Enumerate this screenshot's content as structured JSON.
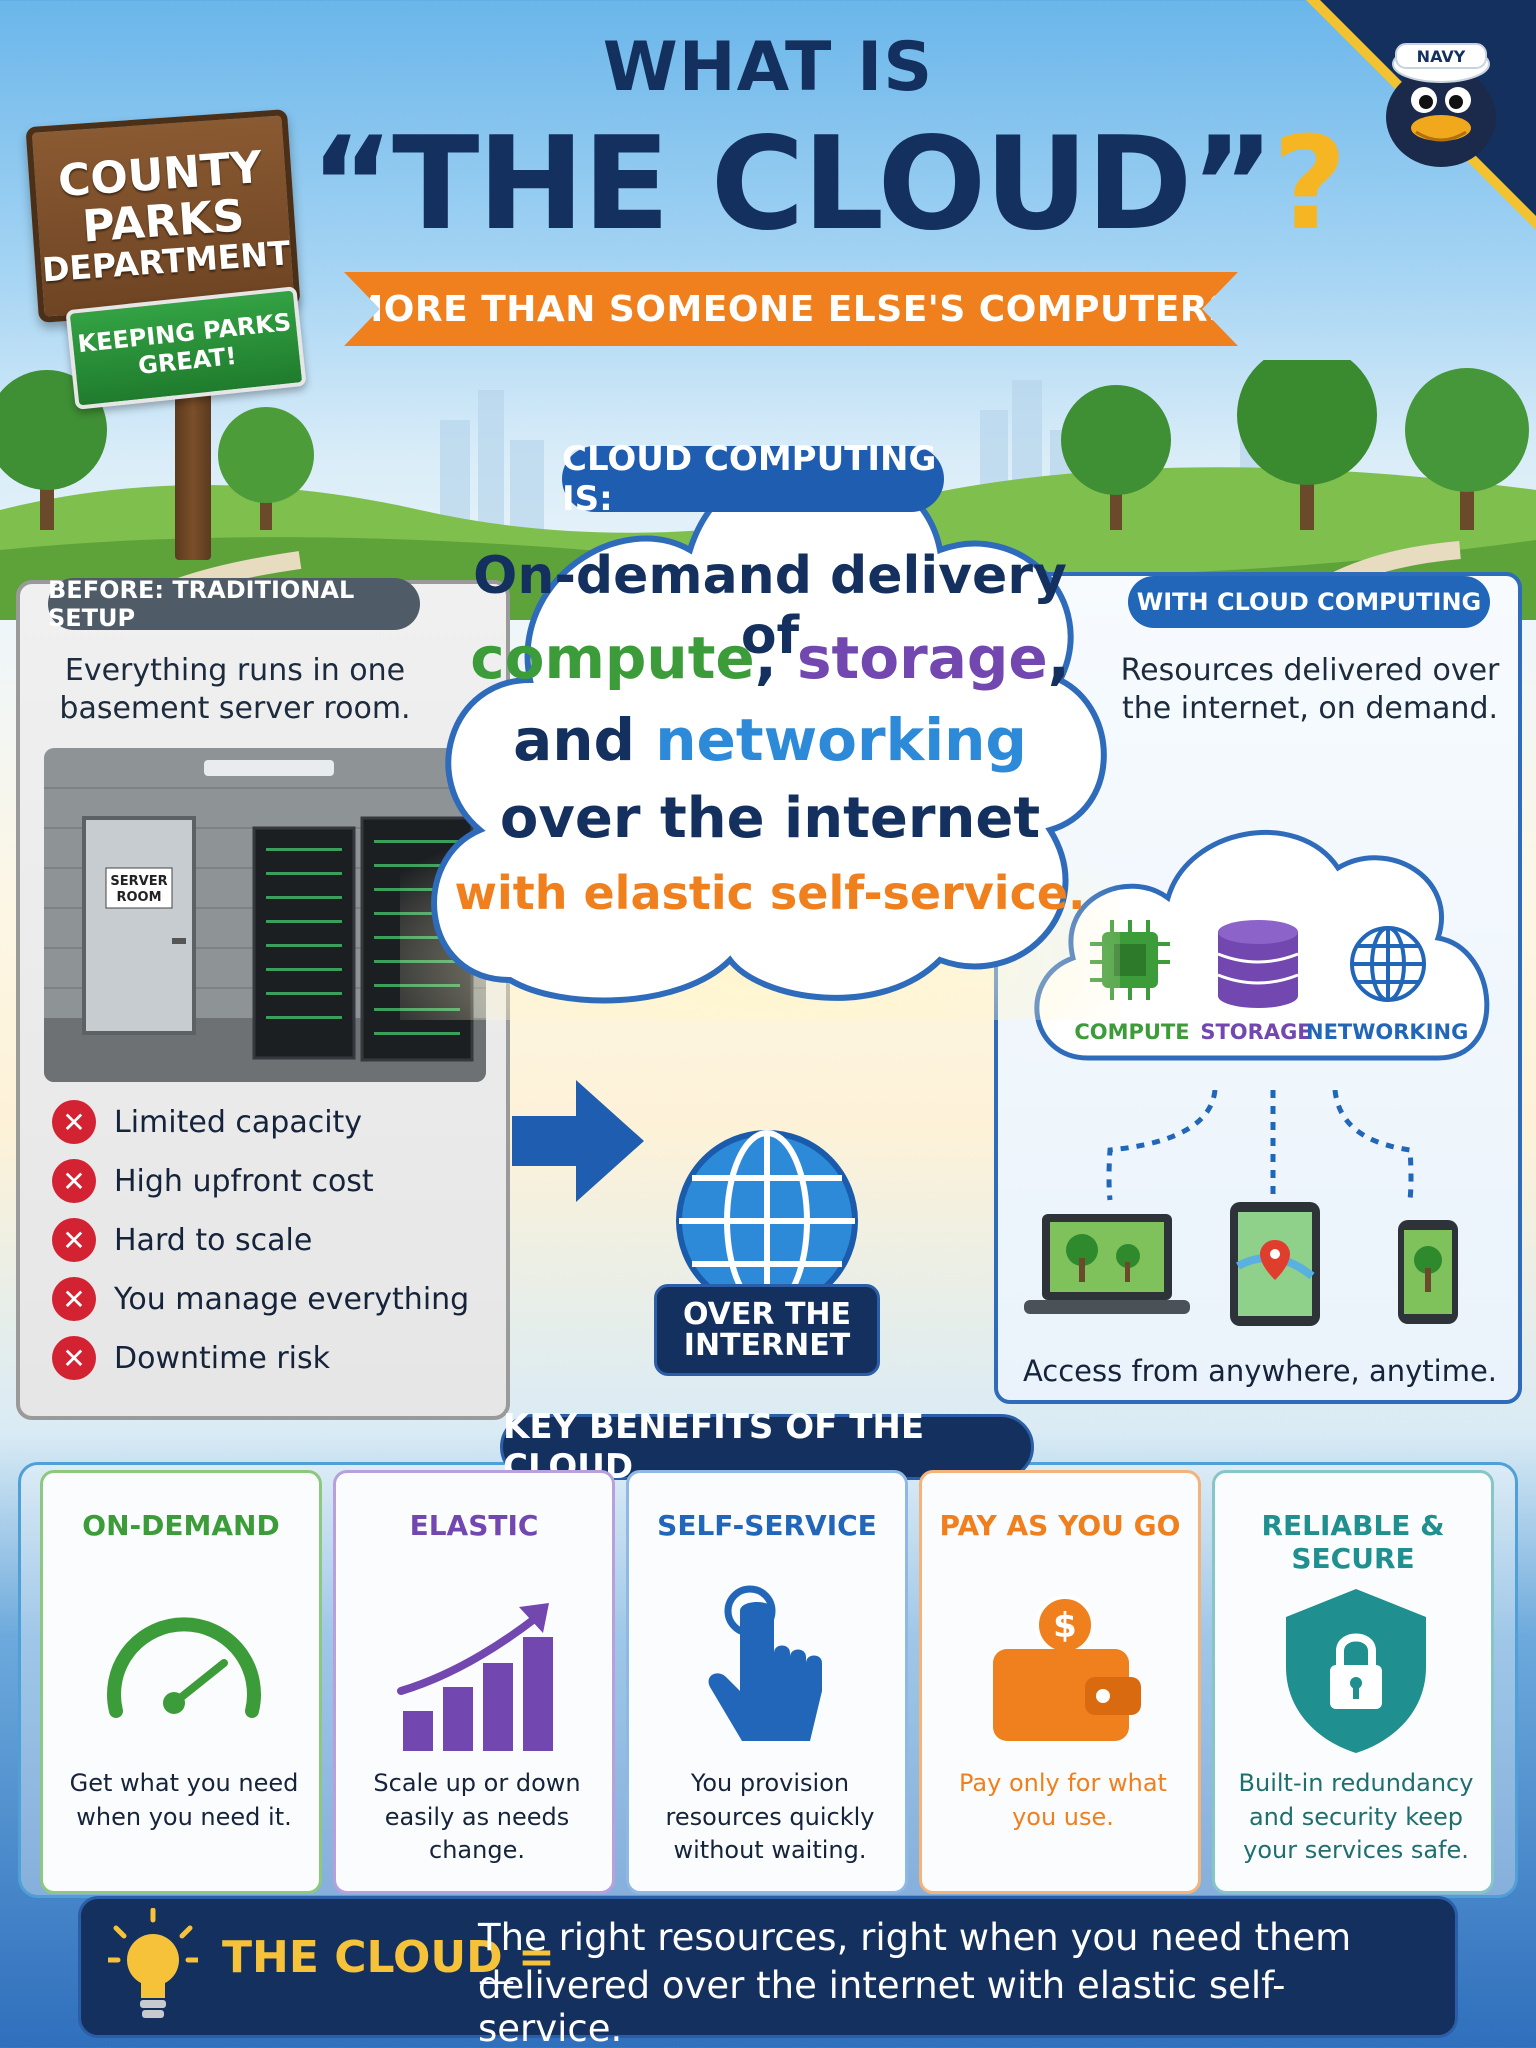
{
  "mascot": {
    "cap_text": "NAVY",
    "icon": "duck-mascot-icon"
  },
  "sign": {
    "line1": "COUNTY",
    "line2": "PARKS",
    "line3": "DEPARTMENT",
    "slogan_l1": "KEEPING PARKS",
    "slogan_l2": "GREAT!"
  },
  "title": {
    "line1": "WHAT IS",
    "line2": "“THE CLOUD”",
    "question_mark": "?",
    "subtitle": "MORE THAN SOMEONE ELSE'S COMPUTERS"
  },
  "before": {
    "tag": "BEFORE: TRADITIONAL SETUP",
    "description_l1": "Everything runs in one",
    "description_l2": "basement server room.",
    "door_sign_l1": "SERVER",
    "door_sign_l2": "ROOM",
    "issues": [
      "Limited capacity",
      "High upfront cost",
      "Hard to scale",
      "You manage everything",
      "Downtime risk"
    ],
    "issue_icon": "x-circle-icon"
  },
  "definition": {
    "tag": "CLOUD COMPUTING IS:",
    "line1": "On-demand delivery of",
    "compute": "compute",
    "comma1": ", ",
    "storage": "storage",
    "comma2": ",",
    "and": "and ",
    "networking": "networking",
    "line4": "over the internet",
    "line5": "with elastic self-service."
  },
  "transition": {
    "label_l1": "OVER THE",
    "label_l2": "INTERNET"
  },
  "with_cloud": {
    "tag": "WITH CLOUD COMPUTING",
    "description_l1": "Resources delivered over",
    "description_l2": "the internet, on demand.",
    "services": {
      "compute": "COMPUTE",
      "storage": "STORAGE",
      "networking": "NETWORKING"
    },
    "access": "Access from anywhere, anytime."
  },
  "benefits": {
    "tag": "KEY BENEFITS OF THE CLOUD",
    "cards": [
      {
        "title": "ON-DEMAND",
        "desc_l1": "Get what you need",
        "desc_l2": "when you need it.",
        "desc_l3": "",
        "icon": "speedometer-icon",
        "color": "#3d9c3a"
      },
      {
        "title": "ELASTIC",
        "desc_l1": "Scale up or down",
        "desc_l2": "easily as needs",
        "desc_l3": "change.",
        "icon": "growth-chart-icon",
        "color": "#7247b0"
      },
      {
        "title": "SELF-SERVICE",
        "desc_l1": "You provision",
        "desc_l2": "resources quickly",
        "desc_l3": "without waiting.",
        "icon": "pointer-hand-icon",
        "color": "#2166b8"
      },
      {
        "title": "PAY AS YOU GO",
        "desc_l1": "Pay only for what",
        "desc_l2": "you use.",
        "desc_l3": "",
        "icon": "wallet-icon",
        "color": "#f0801e"
      },
      {
        "title": "RELIABLE & SECURE",
        "desc_l1": "Built-in redundancy",
        "desc_l2": "and security keep",
        "desc_l3": "your services safe.",
        "icon": "shield-lock-icon",
        "color": "#1f8f8f"
      }
    ]
  },
  "footer": {
    "key": "THE CLOUD =",
    "line1": "The right resources, right when you need them—",
    "line2": "delivered over the internet with elastic self-service."
  }
}
